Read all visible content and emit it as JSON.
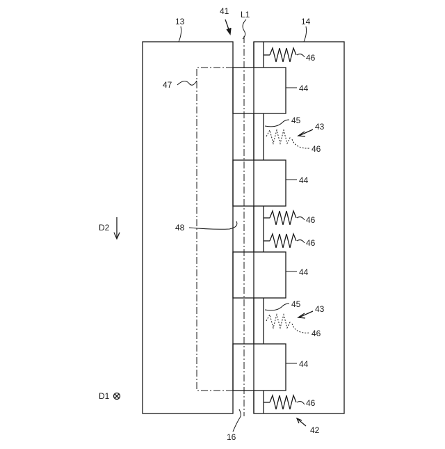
{
  "labels": {
    "ref_13": "13",
    "ref_14": "14",
    "ref_41": "41",
    "ref_L1": "L1",
    "ref_47": "47",
    "ref_48": "48",
    "ref_16": "16",
    "ref_42": "42",
    "ref_D2": "D2",
    "ref_D1": "D1",
    "ref_46": "46",
    "ref_44": "44",
    "ref_45": "45",
    "ref_43": "43"
  },
  "colors": {
    "line": "#1a1a1a",
    "background": "#ffffff"
  }
}
